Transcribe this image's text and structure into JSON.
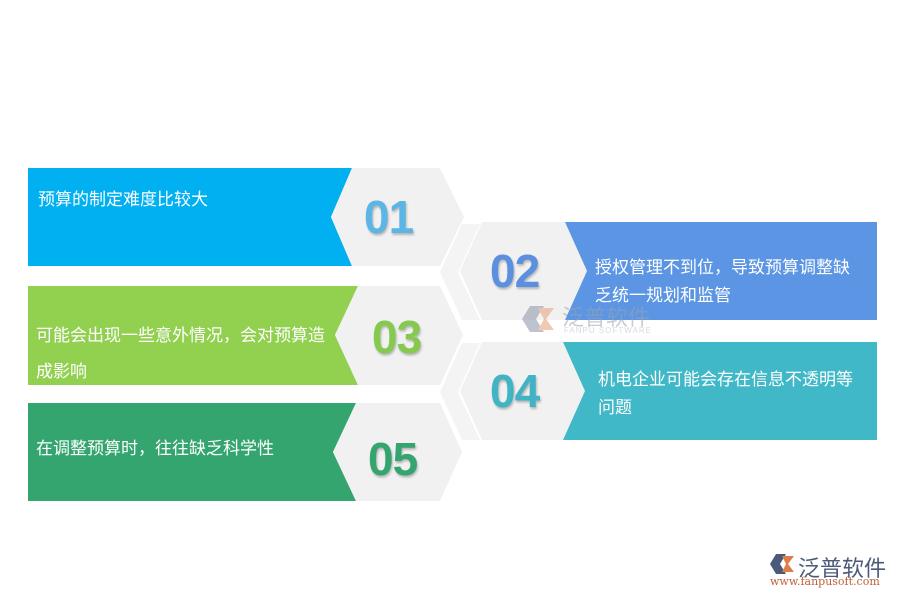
{
  "items": [
    {
      "number": "01",
      "text": "预算的制定难度比较大",
      "bar_color": "#00b0f0",
      "number_color": "#5bb5e5"
    },
    {
      "number": "02",
      "text": "授权管理不到位，导致预算调整缺乏统一规划和监管",
      "bar_color": "#5b95e3",
      "number_color": "#5b8fe0"
    },
    {
      "number": "03",
      "text": "可能会出现一些意外情况，会对预算造成影响",
      "bar_color": "#92d050",
      "number_color": "#86c94f"
    },
    {
      "number": "04",
      "text": "机电企业可能会存在信息不透明等问题",
      "bar_color": "#40b8c8",
      "number_color": "#40b3c4"
    },
    {
      "number": "05",
      "text": "在调整预算时，往往缺乏科学性",
      "bar_color": "#34a56f",
      "number_color": "#34a56f"
    }
  ],
  "watermark": {
    "cn": "泛普软件",
    "en": "FANPU SOFTWARE"
  },
  "logo": {
    "cn": "泛普软件",
    "url": "www.fanpusoft.com"
  },
  "colors": {
    "hex_fill": "#f1f1f1",
    "background": "#ffffff"
  }
}
